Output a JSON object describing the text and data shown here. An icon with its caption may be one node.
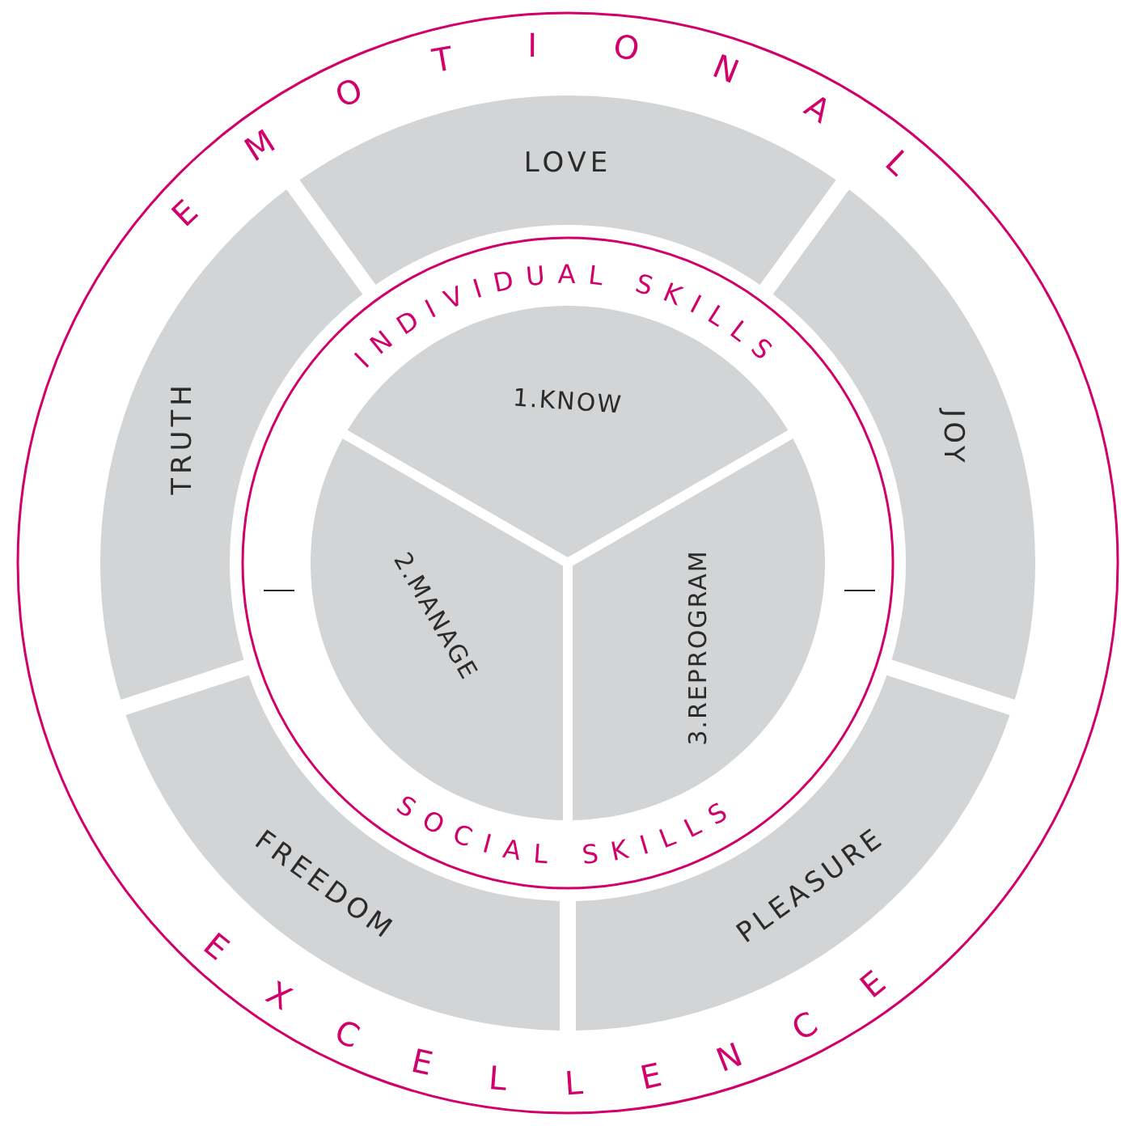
{
  "diagram": {
    "nodes": [
      {
        "text": [],
        "shape": "circle"
      },
      {
        "text": [
          "LOVE"
        ],
        "in": 0
      },
      {
        "text": [
          "JOY"
        ],
        "in": 0
      },
      {
        "text": [
          "PLEASURE"
        ],
        "in": 0
      },
      {
        "text": [
          "FREEDOM"
        ],
        "in": 0
      },
      {
        "text": [
          "TRUTH"
        ],
        "in": 0
      },
      {
        "text": [],
        "shape": "circle",
        "in": 0
      },
      {
        "text": [
          "1.KNOW"
        ],
        "in": 6
      },
      {
        "text": [
          "3.REPROGRAM"
        ],
        "in": 6
      },
      {
        "text": [
          "2.MANAGE"
        ],
        "in": 6
      }
    ],
    "labels": [
      "EMOTIONAL",
      "INDIVIDUAL SKILLS",
      "SOCIAL SKILLS",
      "EXCELLENCE"
    ]
  }
}
